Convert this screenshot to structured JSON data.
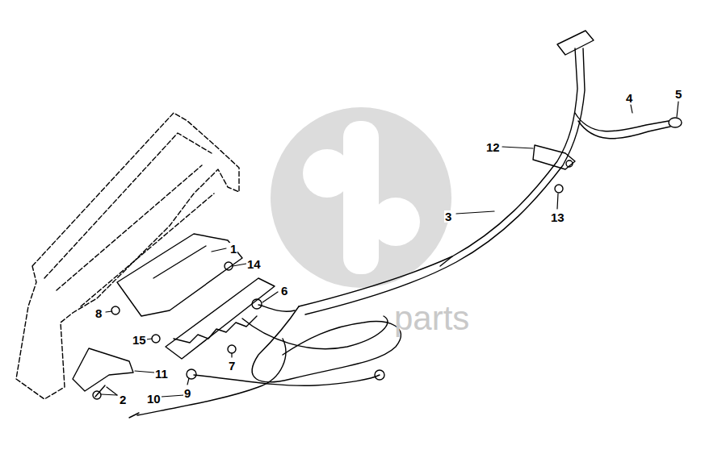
{
  "diagram": {
    "labels": [
      "1",
      "14",
      "6",
      "8",
      "15",
      "7",
      "11",
      "2",
      "9",
      "10",
      "12",
      "3",
      "13",
      "4",
      "5",
      "parts"
    ]
  }
}
